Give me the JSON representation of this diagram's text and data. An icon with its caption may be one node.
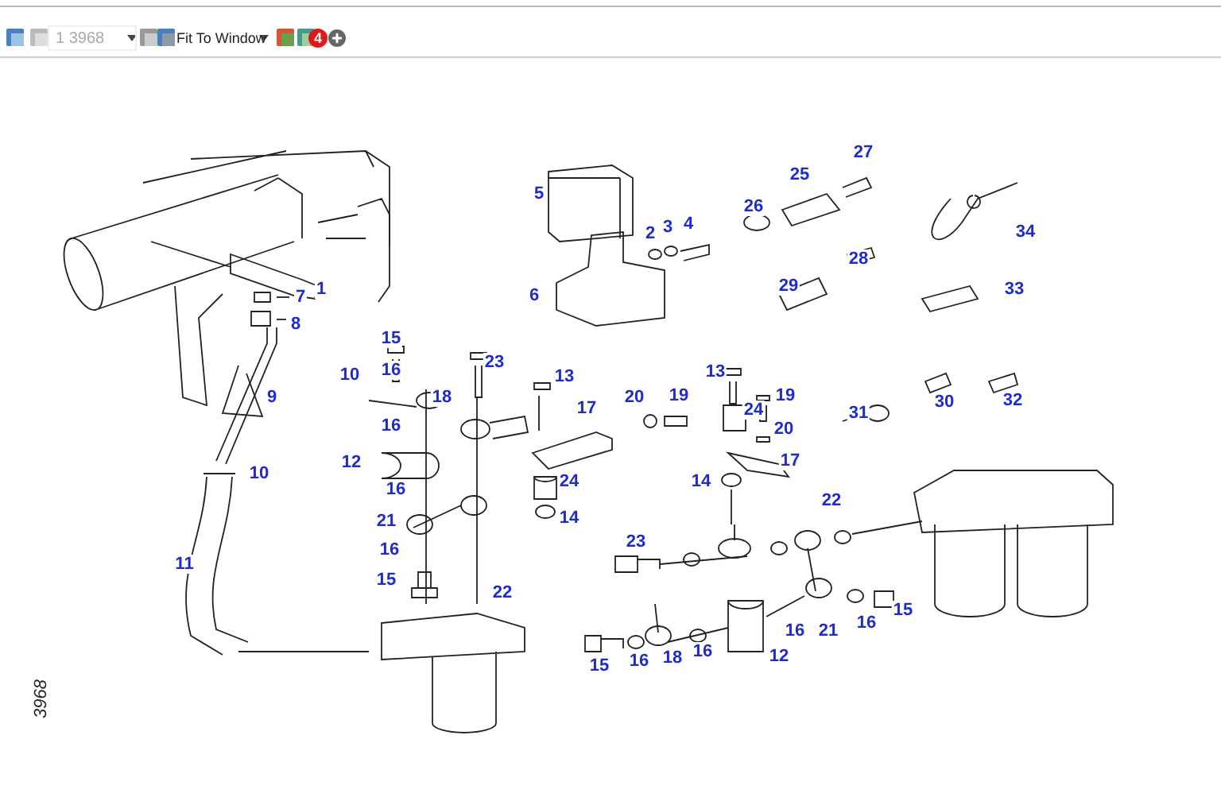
{
  "diagram": {
    "nodes": [
      {
        "text": [
          "7"
        ]
      },
      {
        "text": [
          "8"
        ]
      }
    ],
    "edges": [
      {
        "from": 0,
        "to": null,
        "arrow": "none"
      },
      {
        "from": 1,
        "to": null,
        "arrow": "none"
      }
    ],
    "labels": [
      "1 3968",
      "Fit To Window",
      "4",
      "5",
      "27",
      "25",
      "26",
      "2",
      "3",
      "4",
      "34",
      "28",
      "1",
      "29",
      "33",
      "6",
      "15",
      "23",
      "13",
      "13",
      "16",
      "10",
      "20",
      "19",
      "19",
      "9",
      "18",
      "30",
      "32",
      "17",
      "24",
      "31",
      "16",
      "20",
      "12",
      "17",
      "10",
      "24",
      "14",
      "16",
      "22",
      "14",
      "21",
      "23",
      "16",
      "11",
      "15",
      "22",
      "15",
      "16",
      "16",
      "21",
      "12",
      "16",
      "18",
      "16",
      "15",
      "3968"
    ]
  }
}
